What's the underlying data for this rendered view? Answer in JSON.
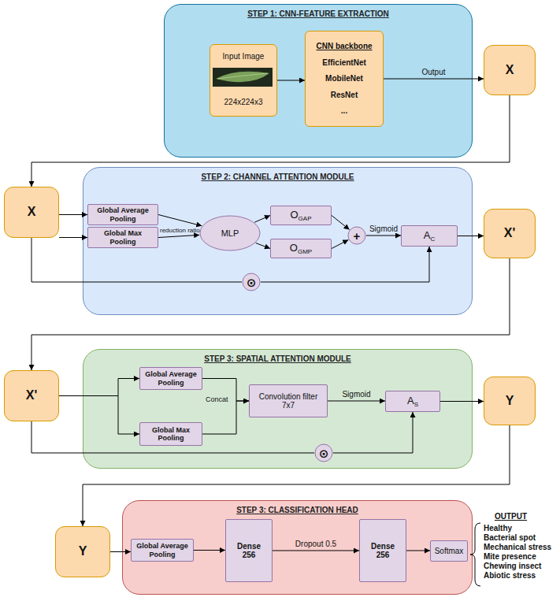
{
  "diagram": {
    "nodes": [
      {
        "text": [
          "STEP 1: CNN-FEATURE EXTRACTION"
        ]
      },
      {
        "text": [
          "Input Image",
          "224x224x3"
        ],
        "in": 0
      },
      {
        "text": [
          "CNN backbone",
          "EfficientNet",
          "MobileNet",
          "ResNet",
          "..."
        ],
        "in": 0
      },
      {
        "text": [
          "X"
        ]
      },
      {
        "text": [
          "STEP 2: CHANNEL ATTENTION MODULE"
        ]
      },
      {
        "text": [
          "X"
        ]
      },
      {
        "text": [
          "Global Average Pooling"
        ],
        "in": 4
      },
      {
        "text": [
          "Global Max Pooling"
        ],
        "in": 4
      },
      {
        "text": [
          "MLP"
        ],
        "in": 4
      },
      {
        "text": [
          "O",
          "GAP"
        ],
        "in": 4
      },
      {
        "text": [
          "O",
          "GMP"
        ],
        "in": 4
      },
      {
        "text": [
          "+"
        ],
        "in": 4
      },
      {
        "text": [
          "A",
          "C"
        ],
        "in": 4
      },
      {
        "text": [
          "⊙"
        ],
        "in": 4
      },
      {
        "text": [
          "X'"
        ]
      },
      {
        "text": [
          "STEP 3: SPATIAL ATTENTION MODULE"
        ]
      },
      {
        "text": [
          "X'"
        ]
      },
      {
        "text": [
          "Global Average Pooling"
        ],
        "in": 15
      },
      {
        "text": [
          "Global Max Pooling"
        ],
        "in": 15
      },
      {
        "text": [
          "Convolution filter 7x7"
        ],
        "in": 15
      },
      {
        "text": [
          "A",
          "S"
        ],
        "in": 15
      },
      {
        "text": [
          "⊙"
        ],
        "in": 15
      },
      {
        "text": [
          "Y"
        ]
      },
      {
        "text": [
          "STEP 3: CLASSIFICATION HEAD"
        ]
      },
      {
        "text": [
          "Y"
        ]
      },
      {
        "text": [
          "Global Average Pooling"
        ],
        "in": 23
      },
      {
        "text": [
          "Dense 256"
        ],
        "in": 23
      },
      {
        "text": [
          "Dense 256"
        ],
        "in": 23
      },
      {
        "text": [
          "Softmax"
        ],
        "in": 23
      }
    ],
    "edges": [
      {
        "from": 1,
        "to": 2,
        "arrow": "to"
      },
      {
        "from": 2,
        "to": 3,
        "label": "Output",
        "arrow": "to"
      },
      {
        "from": 3,
        "to": 5,
        "arrow": "to"
      },
      {
        "from": 5,
        "to": 6,
        "arrow": "to"
      },
      {
        "from": 5,
        "to": 7,
        "arrow": "to"
      },
      {
        "from": 6,
        "to": 8,
        "arrow": "to"
      },
      {
        "from": 7,
        "to": 8,
        "arrow": "to"
      },
      {
        "from": 8,
        "to": 9,
        "arrow": "to"
      },
      {
        "from": 8,
        "to": 10,
        "arrow": "to"
      },
      {
        "from": 9,
        "to": 11,
        "arrow": "to"
      },
      {
        "from": 10,
        "to": 11,
        "arrow": "to"
      },
      {
        "from": 11,
        "to": 12,
        "label": "Sigmoid",
        "arrow": "to"
      },
      {
        "from": 12,
        "to": 14,
        "arrow": "to"
      },
      {
        "from": 5,
        "to": 13,
        "arrow": "none"
      },
      {
        "from": 13,
        "to": 12,
        "arrow": "to"
      },
      {
        "from": 14,
        "to": 16,
        "arrow": "to"
      },
      {
        "from": 16,
        "to": 17,
        "arrow": "to"
      },
      {
        "from": 16,
        "to": 18,
        "arrow": "to"
      },
      {
        "from": 17,
        "to": 19,
        "arrow": "to"
      },
      {
        "from": 18,
        "to": 19,
        "arrow": "to"
      },
      {
        "from": 19,
        "to": 20,
        "label": "Sigmoid",
        "arrow": "to"
      },
      {
        "from": 20,
        "to": 22,
        "arrow": "to"
      },
      {
        "from": 16,
        "to": 21,
        "arrow": "none"
      },
      {
        "from": 21,
        "to": 20,
        "arrow": "to"
      },
      {
        "from": 22,
        "to": 24,
        "arrow": "to"
      },
      {
        "from": 24,
        "to": 25,
        "arrow": "to"
      },
      {
        "from": 25,
        "to": 26,
        "arrow": "to"
      },
      {
        "from": 26,
        "to": 27,
        "label": "Dropout 0.5",
        "arrow": "to"
      },
      {
        "from": 27,
        "to": 28,
        "arrow": "to"
      }
    ],
    "labels": [
      "reduction ratio",
      "Concat",
      "OUTPUT",
      "Healthy",
      "Bacterial spot",
      "Mechanical stress",
      "Mite presence",
      "Chewing insect",
      "Abiotic stress"
    ]
  }
}
